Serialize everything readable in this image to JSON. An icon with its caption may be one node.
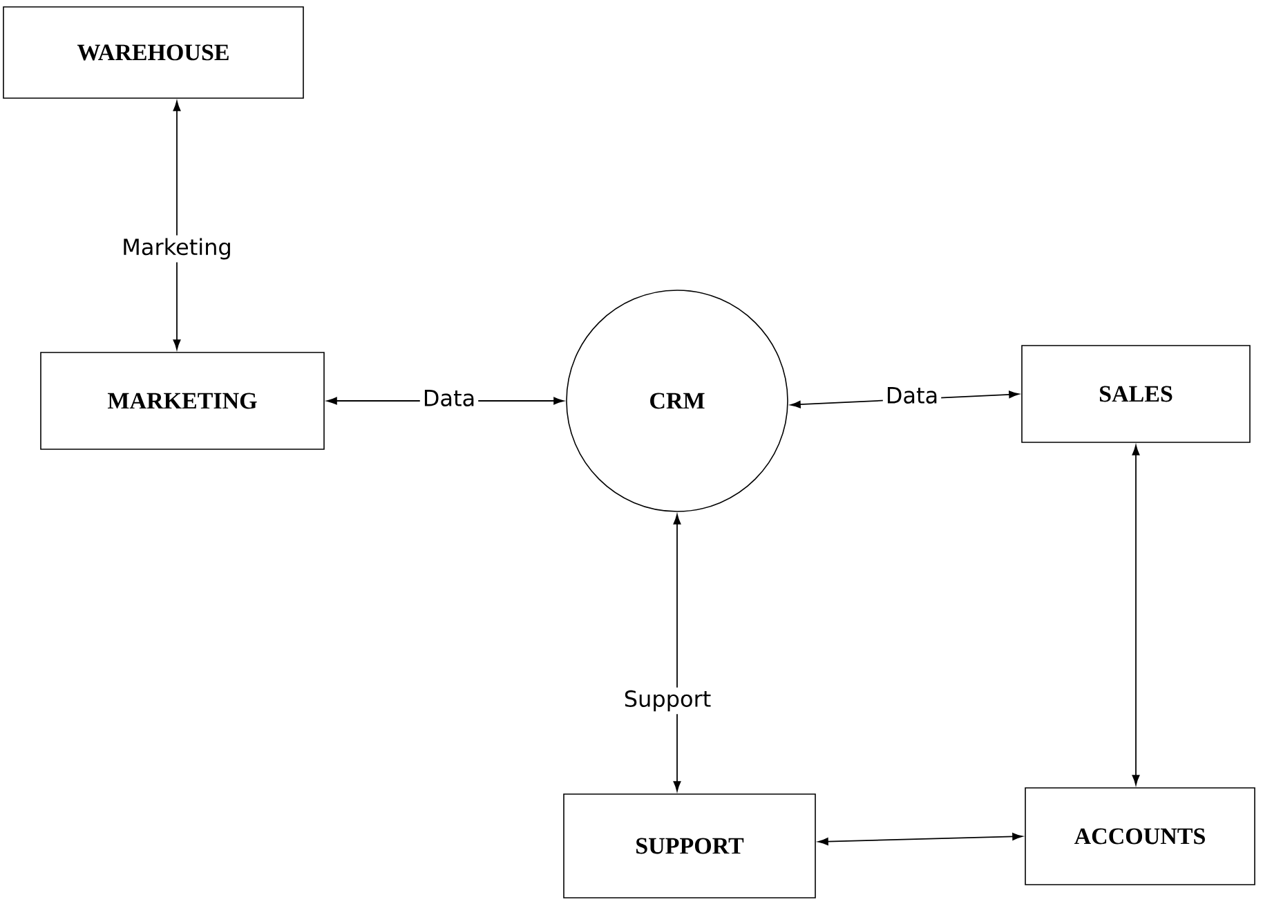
{
  "diagram": {
    "nodes": [
      {
        "text": [
          "WAREHOUSE"
        ]
      },
      {
        "text": [
          "MARKETING"
        ]
      },
      {
        "text": [
          "CRM"
        ]
      },
      {
        "text": [
          "SALES"
        ]
      },
      {
        "text": [
          "SUPPORT"
        ]
      },
      {
        "text": [
          "ACCOUNTS"
        ]
      }
    ],
    "edges": [
      {
        "from": 0,
        "to": 1,
        "arrow": "both",
        "label": "Marketing"
      },
      {
        "from": 1,
        "to": 2,
        "arrow": "both",
        "label": "Data"
      },
      {
        "from": 2,
        "to": 3,
        "arrow": "both",
        "label": "Data"
      },
      {
        "from": 2,
        "to": 4,
        "arrow": "both",
        "label": "Support"
      },
      {
        "from": 3,
        "to": 5,
        "arrow": "both"
      },
      {
        "from": 4,
        "to": 5,
        "arrow": "both"
      }
    ]
  }
}
